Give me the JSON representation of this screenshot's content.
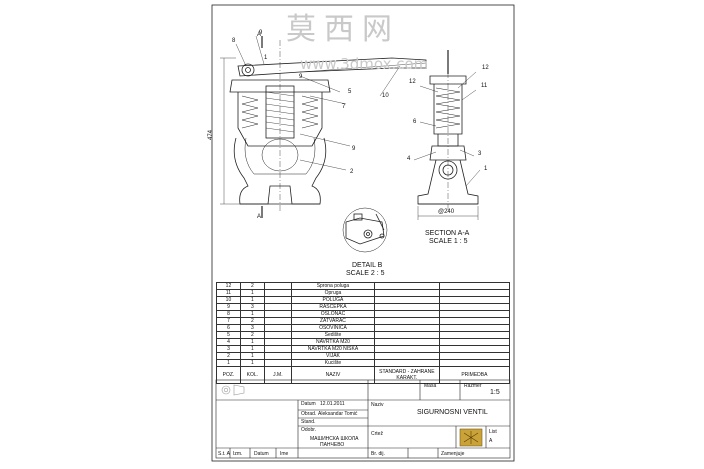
{
  "watermark": {
    "chars": "莫西网",
    "url": "www.3dmox.com"
  },
  "views": {
    "main": {
      "dimension_height": "474",
      "section_marks": [
        "A",
        "A"
      ],
      "balloons": [
        "8",
        "9",
        "1",
        "9",
        "5",
        "7",
        "10",
        "9",
        "2"
      ]
    },
    "section": {
      "title": "SECTION A-A",
      "scale": "SCALE 1 : 5",
      "diameter": "@240",
      "balloons": [
        "12",
        "12",
        "11",
        "6",
        "4",
        "3",
        "1"
      ]
    },
    "detail": {
      "title": "DETAIL B",
      "scale": "SCALE 2 : 5",
      "mark": "B"
    }
  },
  "bom": {
    "rows": [
      {
        "poz": "12",
        "kol": "2",
        "naziv": "Sprona poluga"
      },
      {
        "poz": "11",
        "kol": "1",
        "naziv": "Opruga"
      },
      {
        "poz": "10",
        "kol": "1",
        "naziv": "POLUGA"
      },
      {
        "poz": "9",
        "kol": "3",
        "naziv": "RASCEPKA"
      },
      {
        "poz": "8",
        "kol": "1",
        "naziv": "OSLONAC"
      },
      {
        "poz": "7",
        "kol": "2",
        "naziv": "ZATVARAC"
      },
      {
        "poz": "6",
        "kol": "3",
        "naziv": "OSOVINICA"
      },
      {
        "poz": "5",
        "kol": "2",
        "naziv": "Sedište"
      },
      {
        "poz": "4",
        "kol": "1",
        "naziv": "NAVRTKA M20"
      },
      {
        "poz": "3",
        "kol": "1",
        "naziv": "NAVRTKA M20 NISKA"
      },
      {
        "poz": "2",
        "kol": "1",
        "naziv": "VIJAK"
      },
      {
        "poz": "1",
        "kol": "1",
        "naziv": "Kucište"
      }
    ],
    "headers": {
      "poz": "POZ.",
      "kol": "KOL.",
      "jm": "J.M.",
      "naziv": "NAZIV",
      "standard": "STANDARD - ZAHRANE KARAKT.",
      "napomena": "PRIMEDBA"
    }
  },
  "title_block": {
    "masa_label": "Masa",
    "razmer_label": "Razmer",
    "razmer_value": "1:5",
    "datum_label": "Datum",
    "datum_value": "12.01.2011",
    "obrad_label": "Obrad.",
    "obrad_value": "Aleksandar Tomić",
    "stand_label": "Stand.",
    "odobr_label": "Odobr.",
    "naziv_label": "Naziv",
    "naziv_value": "SIGURNOSNI VENTIL",
    "skola_line1": "МАШИНСКА ШКОЛА",
    "skola_line2": "ПАНЧЕВО",
    "crtez_label": "Crtež",
    "list_label": "List",
    "list_value": "A",
    "bottom": [
      "Izm.",
      "Datum",
      "Ime",
      "Br. dij.",
      "Zamenjuje"
    ],
    "rev_cell": "S.t. A"
  }
}
